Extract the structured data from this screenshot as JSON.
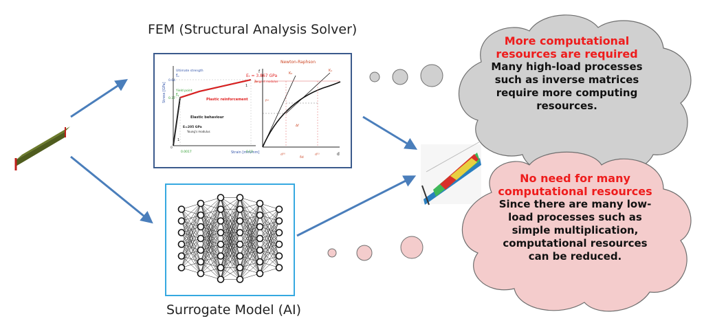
{
  "fem_label": "FEM (Structural Analysis Solver)",
  "ai_label": "Surrogate Model (AI)",
  "fem_image": {
    "graph1": {
      "ylabel": "Stress [GPa]",
      "xlabel": "Strain [mm/mm]",
      "ultimate_label": "Ultimate strength",
      "fu_label": "fᵤ",
      "fy_label": "fᵧ",
      "yield_label": "Yield point",
      "tangent_label": "Eₜ = 3.867 GPa",
      "tangent_sub": "Tangent modulus",
      "plastic_label": "Plastic reinforcement",
      "elastic_label": "Elastic behaviour",
      "young_label": "E=205 GPa",
      "young_sub": "Young's modulus",
      "tick_y1": "0.64",
      "tick_y2": "0.37",
      "tick_x1": "0.0017",
      "tick_x2": "0.12",
      "one1": "1",
      "one2": "1",
      "zero": "0"
    },
    "graph2": {
      "title": "Newton-Raphson",
      "f_label": "f",
      "d_label": "d",
      "k0_label": "K₀",
      "k1_label": "K₁",
      "fext_label": "fᵉˣᵗ",
      "fint_label": "fⁱⁿᵗ",
      "df_label": "Δf",
      "d0_label": "d⁽⁰⁾",
      "dd_label": "δd",
      "d1_label": "d⁽¹⁾"
    }
  },
  "cloud_top": {
    "heading": "More computational resources are required",
    "body": "Many high-load processes such as inverse matrices require more computing resources.",
    "fill": "#d0d0d0"
  },
  "cloud_bottom": {
    "heading": "No need for many computational resources",
    "body": "Since there are many low-load processes such as simple multiplication, computational resources can be reduced.",
    "fill": "#f4cccc"
  },
  "colors": {
    "arrow": "#4a7ebb",
    "fem_border": "#3a5a8c",
    "nn_border": "#35a8e0"
  }
}
